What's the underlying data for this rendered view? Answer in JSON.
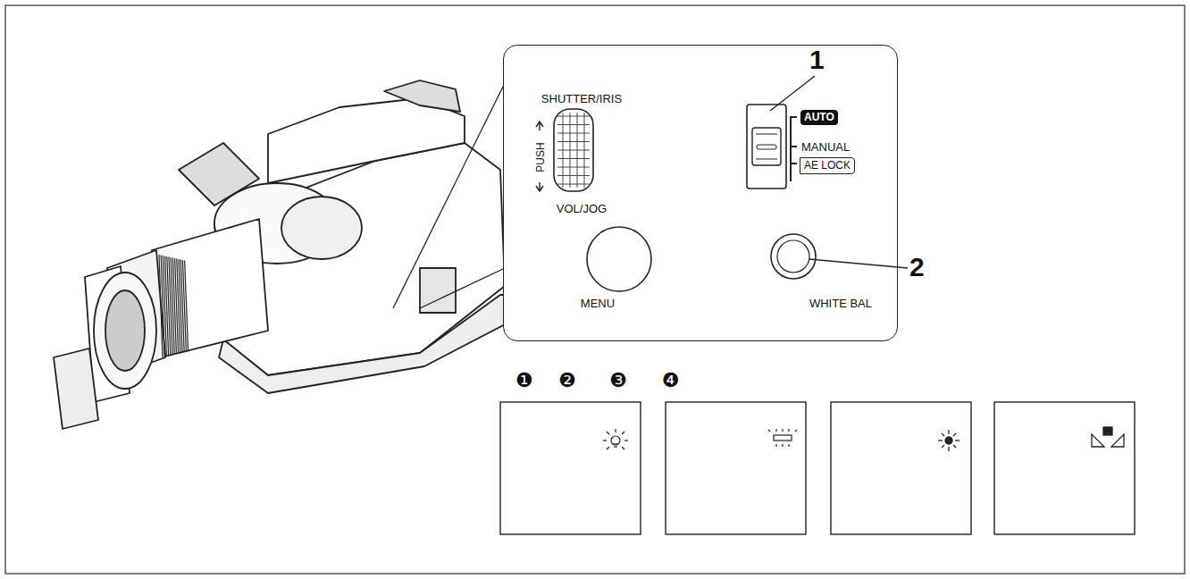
{
  "diagram": {
    "nodes": [
      {
        "text": [
          "SHUTTER/IRIS",
          "PUSH",
          "VOL/JOG",
          "MANUAL",
          "MENU",
          "WHITE BAL"
        ]
      },
      {
        "text": [
          "AUTO"
        ],
        "in": 0
      },
      {
        "text": [
          "AE LOCK"
        ],
        "in": 0
      }
    ],
    "edges": [],
    "labels": [
      "1",
      "2",
      "❶",
      "❷",
      "❸",
      "❹"
    ]
  }
}
